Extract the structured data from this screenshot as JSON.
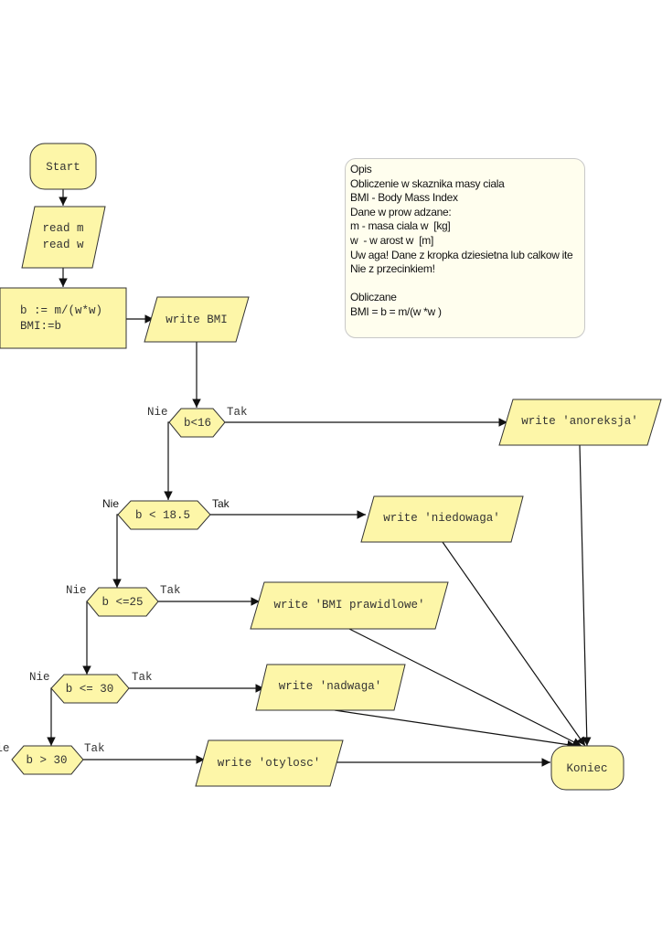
{
  "colors": {
    "fill": "#fdf6a8",
    "stroke": "#333333",
    "note_fill": "#fffeee"
  },
  "nodes": {
    "start": "Start",
    "read": [
      "read m",
      "read w"
    ],
    "compute": [
      "b := m/(w*w)",
      "BMI:=b"
    ],
    "write_bmi": "write BMI",
    "d1": "b<16",
    "d2": "b < 18.5",
    "d3": "b <=25",
    "d4": "b <= 30",
    "d5": "b > 30",
    "w1": "write 'anoreksja'",
    "w2": "write 'niedowaga'",
    "w3": "write 'BMI prawidlowe'",
    "w4": "write 'nadwaga'",
    "w5": "write 'otylosc'",
    "end": "Koniec"
  },
  "labels": {
    "no": "Nie",
    "yes": "Tak"
  },
  "note": {
    "lines": [
      "Opis",
      "Obliczenie w skaznika masy ciala",
      "BMI - Body Mass Index",
      "Dane w prow adzane:",
      "m - masa ciala w  [kg]",
      "w  - w arost w  [m]",
      "Uw aga! Dane z kropka dziesietna lub calkow ite",
      "Nie z przecinkiem!",
      "",
      "Obliczane",
      "BMI = b = m/(w *w )"
    ]
  }
}
